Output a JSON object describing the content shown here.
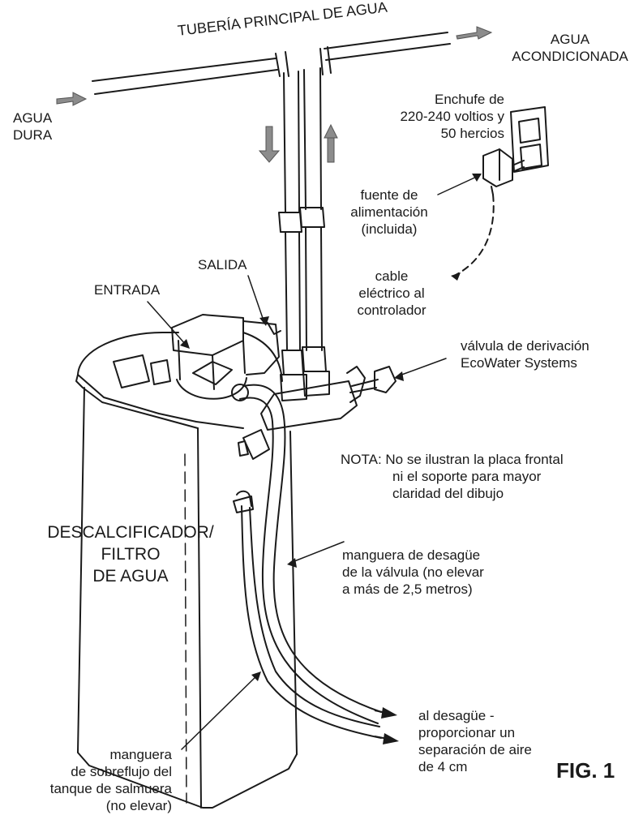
{
  "labels": {
    "main_pipe": "TUBERÍA PRINCIPAL DE AGUA",
    "hard_water": [
      "AGUA",
      "DURA"
    ],
    "conditioned_water": [
      "AGUA",
      "ACONDICIONADA"
    ],
    "outlet_plug": [
      "Enchufe de",
      "220-240 voltios y",
      "50 hercios"
    ],
    "power_supply": [
      "fuente de",
      "alimentación",
      "(incluida)"
    ],
    "cable": [
      "cable",
      "eléctrico al",
      "controlador"
    ],
    "outlet": "SALIDA",
    "inlet": "ENTRADA",
    "bypass_valve": [
      "válvula de derivación",
      "EcoWater Systems"
    ],
    "note": [
      "NOTA: No se ilustran la placa frontal",
      "ni el soporte para mayor",
      "claridad del dibujo"
    ],
    "softener": [
      "DESCALCIFICADOR/",
      "FILTRO",
      "DE AGUA"
    ],
    "drain_hose": [
      "manguera de desagüe",
      "de la válvula (no elevar",
      "a más de 2,5 metros)"
    ],
    "to_drain": [
      "al desagüe -",
      "proporcionar un",
      "separación de aire",
      "de 4 cm"
    ],
    "overflow_hose": [
      "manguera",
      "de sobreflujo del",
      "tanque de salmuera",
      "(no elevar)"
    ],
    "figure": "FIG. 1"
  },
  "colors": {
    "line": "#1a1a1a",
    "arrow": "#8c8c8c",
    "tank_shade": "#f2f2f2"
  }
}
